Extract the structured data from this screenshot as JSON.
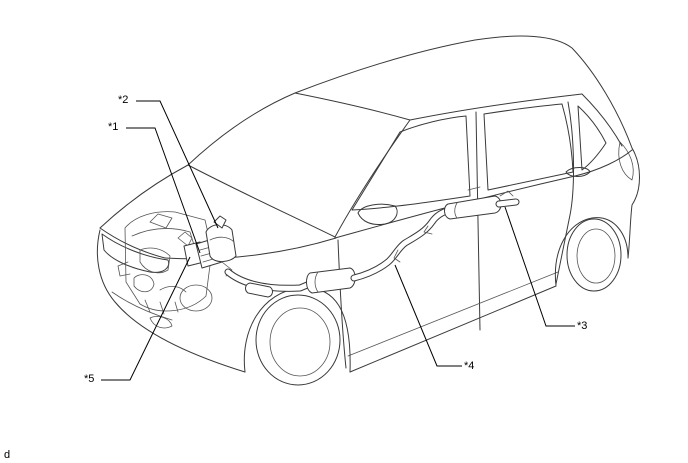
{
  "callouts": {
    "c1": "*1",
    "c2": "*2",
    "c3": "*3",
    "c4": "*4",
    "c5": "*5"
  },
  "figure_label": "d",
  "colors": {
    "line": "#3a3a3a",
    "background": "#ffffff"
  }
}
